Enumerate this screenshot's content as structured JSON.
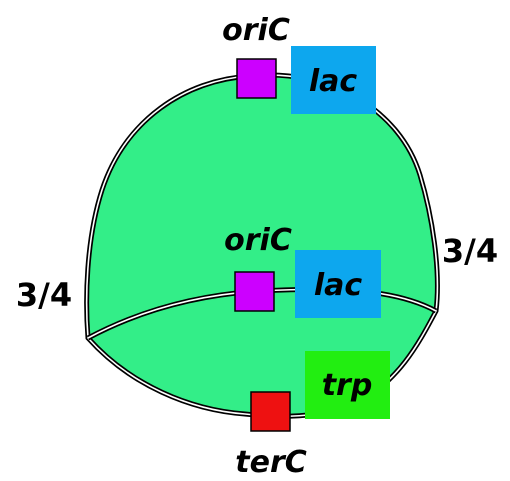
{
  "colors": {
    "chromosome_fill": "#33ee88",
    "origin_marker": "#cc00ff",
    "terminus_marker": "#ee1111",
    "lac_box": "#0da7ee",
    "trp_box": "#22ee11",
    "outline": "#000000"
  },
  "labels": {
    "ori_top": "oriC",
    "ori_middle": "oriC",
    "lac_top": "lac",
    "lac_middle": "lac",
    "trp": "trp",
    "ter": "terC",
    "fraction_left": "3/4",
    "fraction_right": "3/4"
  }
}
